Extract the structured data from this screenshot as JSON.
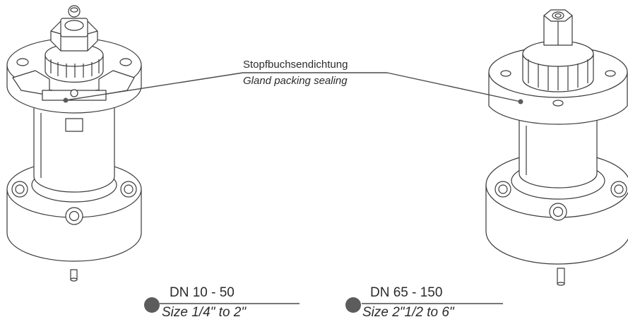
{
  "callout": {
    "label_de": "Stopfbuchsendichtung",
    "label_en": "Gland packing sealing"
  },
  "sizes": [
    {
      "dn": "DN 10 - 50",
      "inch": "Size 1/4\" to 2\""
    },
    {
      "dn": "DN 65 - 150",
      "inch": "Size 2\"1/2 to 6\""
    }
  ],
  "colors": {
    "line": "#4a4a4a",
    "bullet": "#5c5c5c",
    "text": "#2b2b2b"
  }
}
